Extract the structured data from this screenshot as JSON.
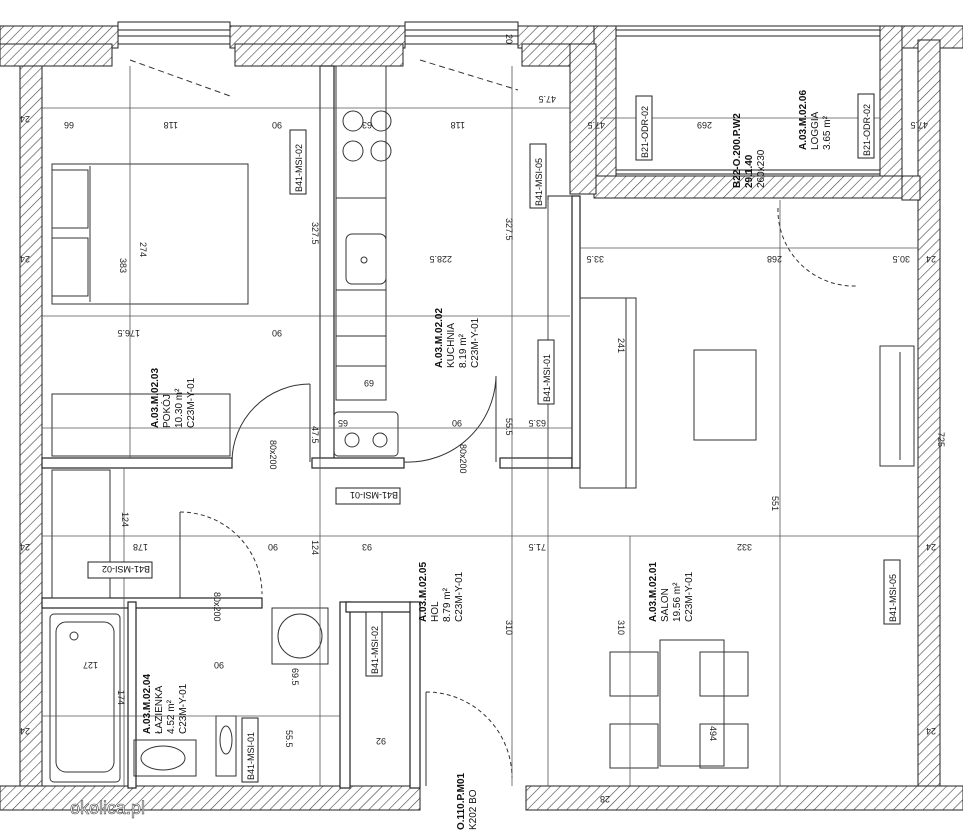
{
  "rooms": {
    "pokoj": {
      "code": "A.03.M.02.03",
      "name": "POKÓJ",
      "area": "10.30 m²",
      "finish": "C23M-Y-01"
    },
    "kuchnia": {
      "code": "A.03.M.02.02",
      "name": "KUCHNIA",
      "area": "8.19 m²",
      "finish": "C23M-Y-01"
    },
    "loggia": {
      "code": "A.03.M.02.06",
      "name": "LOGGIA",
      "area": "3.65 m²"
    },
    "hol": {
      "code": "A.03.M.02.05",
      "name": "HOL",
      "area": "8.79 m²",
      "finish": "C23M-Y-01"
    },
    "salon": {
      "code": "A.03.M.02.01",
      "name": "SALON",
      "area": "19.56 m²",
      "finish": "C23M-Y-01"
    },
    "lazienka": {
      "code": "A.03.M.02.04",
      "name": "ŁAZIENKA",
      "area": "4.52 m²",
      "finish": "C23M-Y-01"
    }
  },
  "window_tag": {
    "code": "B22-O.200.P.W2",
    "size1": "29.1.40",
    "size2": "260x230"
  },
  "entrance_tag": {
    "code": "O.110.P.M01",
    "sub": "K202 BO"
  },
  "wall_tags": {
    "msi02_a": "B41-MSI-02",
    "msi05_a": "B41-MSI-05",
    "msi01_a": "B41-MSI-01",
    "msi01_b": "B41-MSI-01",
    "msi02_b": "B41-MSI-02",
    "msi02_c": "B41-MSI-02",
    "msi05_b": "B41-MSI-05",
    "msi01_c": "B41-MSI-01",
    "odr02_a": "B21-ODR-02",
    "odr02_b": "B21-ODR-02"
  },
  "dims": {
    "d66": "66",
    "d118a": "118",
    "d90a": "90",
    "d63": "63",
    "d118b": "118",
    "d475a": "47.5",
    "d475b": "47.5",
    "d269": "269",
    "d475c": "47.5",
    "d274": "274",
    "d383": "383",
    "d3275a": "327.5",
    "d2285": "228.5",
    "d3275b": "327.5",
    "d335": "33.5",
    "d268": "268",
    "d305": "30.5",
    "d1765": "176.5",
    "d90b": "90",
    "d241": "241",
    "d69": "69",
    "d475d": "47.5",
    "d65": "65",
    "d90c": "90",
    "d555": "55.5",
    "d635": "63.5",
    "d80200a": "80x200",
    "d80200b": "80x200",
    "d725": "725",
    "d551": "551",
    "d124a": "124",
    "d178": "178",
    "d90d": "90",
    "d124b": "124",
    "d93": "93",
    "d715": "71.5",
    "d332": "332",
    "d80200c": "80x200",
    "d310a": "310",
    "d310b": "310",
    "d127": "127",
    "d90e": "90",
    "d695": "69.5",
    "d174": "174",
    "d555b": "55.5",
    "d92": "92",
    "d494": "494",
    "d24a": "24",
    "d24b": "24",
    "d24c": "24",
    "d24d": "24",
    "d24e": "24",
    "d24f": "24",
    "d20": "20",
    "d28": "28",
    "d24g": "24"
  },
  "watermark": "okolica.pl"
}
